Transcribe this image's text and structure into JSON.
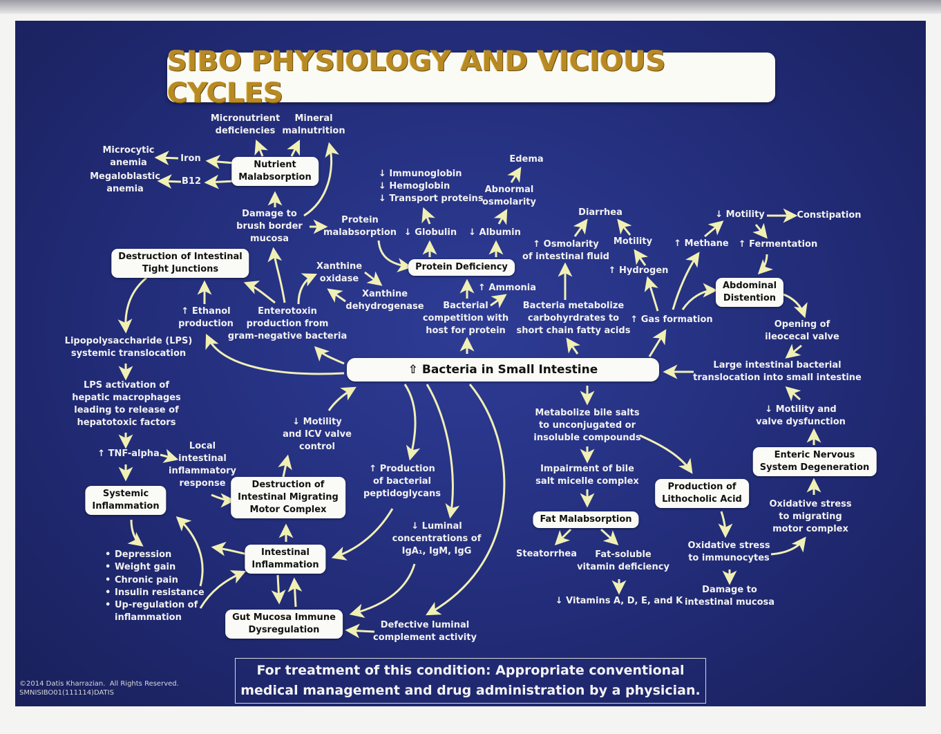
{
  "title": "SIBO PHYSIOLOGY AND VICIOUS CYCLES",
  "center": "⇧ Bacteria in Small Intestine",
  "boxes": {
    "nutrient_malabsorption": "Nutrient\nMalabsorption",
    "tight_junctions": "Destruction of Intestinal\nTight Junctions",
    "protein_deficiency": "Protein Deficiency",
    "abdominal_distention": "Abdominal\nDistention",
    "systemic_inflammation": "Systemic\nInflammation",
    "migrating_motor": "Destruction of\nIntestinal Migrating\nMotor Complex",
    "intestinal_inflammation": "Intestinal\nInflammation",
    "gut_mucosa": "Gut Mucosa Immune\nDysregulation",
    "fat_malabsorption": "Fat Malabsorption",
    "lithocholic": "Production of\nLithocholic Acid",
    "enteric_nervous": "Enteric Nervous\nSystem Degeneration"
  },
  "labels": {
    "micronutrient": "Micronutrient\ndeficiencies",
    "mineral": "Mineral\nmalnutrition",
    "microcytic": "Microcytic\nanemia",
    "iron": "Iron",
    "megaloblastic": "Megaloblastic\nanemia",
    "b12": "B12",
    "damage_brush": "Damage to\nbrush border\nmucosa",
    "protein_malabsorption": "Protein\nmalabsorption",
    "immuno": "↓ Immunoglobin\n↓ Hemoglobin\n↓ Transport proteins",
    "edema": "Edema",
    "abnormal_osm": "Abnormal\nosmolarity",
    "globulin": "↓ Globulin",
    "albumin": "↓ Albumin",
    "diarrhea": "Diarrhea",
    "osmolarity_fluid": "↑ Osmolarity\nof intestinal fluid",
    "motility_d": "Motility",
    "hydrogen": "↑ Hydrogen",
    "motility_c": "↓ Motility",
    "constipation": "Constipation",
    "methane": "↑ Methane",
    "fermentation": "↑ Fermentation",
    "xanthine_oxidase": "Xanthine\noxidase",
    "xanthine_dh": "Xanthine\ndehydrogenase",
    "ammonia": "↑ Ammonia",
    "ethanol": "↑ Ethanol\nproduction",
    "enterotoxin": "Enterotoxin\nproduction from\ngram-negative bacteria",
    "bacterial_competition": "Bacterial\ncompetition with\nhost for protein",
    "scfa": "Bacteria metabolize\ncarbohyrdrates to\nshort chain fatty acids",
    "gas": "↑ Gas formation",
    "ileocecal": "Opening of\nileocecal valve",
    "lps": "Lipopolysaccharide (LPS)\nsystemic translocation",
    "large_translocation": "Large intestinal bacterial\ntranslocation into small intestine",
    "lps_activation": "LPS activation of\nhepatic macrophages\nleading to release of\nhepatotoxic factors",
    "motility_icv": "↓ Motility\nand ICV valve\ncontrol",
    "bile_salts": "Metabolize bile salts\nto unconjugated or\ninsoluble compounds",
    "motility_valve": "↓ Motility and\nvalve dysfunction",
    "tnf": "↑ TNF-alpha",
    "local_inflam": "Local\nintestinal\ninflammatory\nresponse",
    "peptidoglycans": "↑ Production\nof bacterial\npeptidoglycans",
    "micelle": "Impairment of bile\nsalt micelle complex",
    "oxidative_mmc": "Oxidative stress\nto migrating\nmotor complex",
    "luminal_ig": "↓ Luminal\nconcentrations of\nIgA₁, IgM, IgG",
    "steatorrhea": "Steatorrhea",
    "fat_soluble": "Fat-soluble\nvitamin deficiency",
    "oxidative_immuno": "Oxidative stress\nto immunocytes",
    "vitamins": "↓ Vitamins A, D, E, and K",
    "damage_mucosa": "Damage to\nintestinal mucosa",
    "defective_complement": "Defective luminal\ncomplement activity"
  },
  "symptoms": [
    "Depression",
    "Weight gain",
    "Chronic pain",
    "Insulin resistance",
    "Up-regulation of\ninflammation"
  ],
  "footer": "For treatment of this condition: Appropriate conventional\nmedical management and drug administration by a physician.",
  "copyright": "©2014 Datis Kharrazian.  All Rights Reserved.\nSMNISIBO01(111114)DATIS",
  "colors": {
    "panel": "#232d7c",
    "arrow": "#f1f0b4",
    "title_gold": "#b88a24",
    "box": "#fafaf6"
  }
}
